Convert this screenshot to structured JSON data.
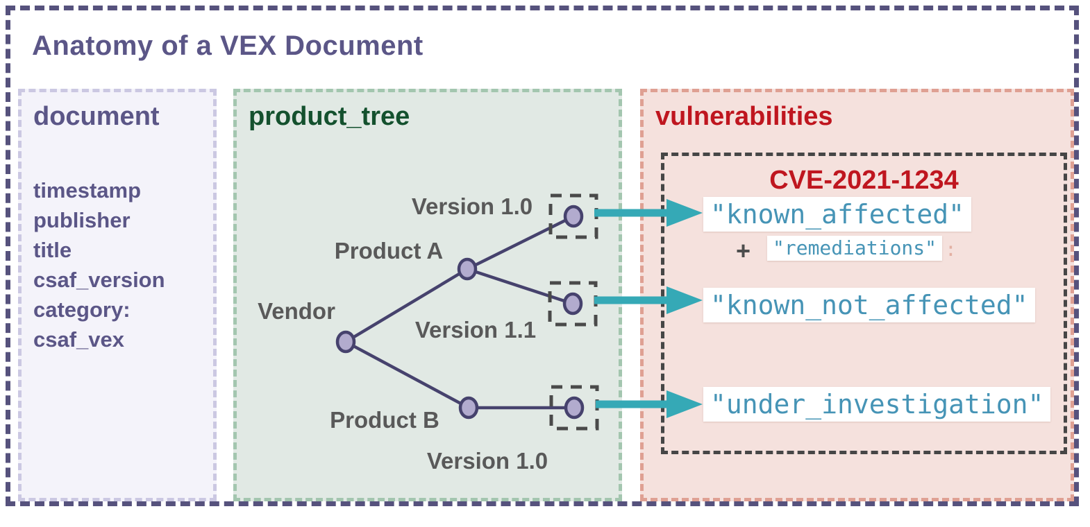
{
  "title": "Anatomy of a VEX Document",
  "document_panel": {
    "header": "document",
    "fields": [
      "timestamp",
      "publisher",
      "title",
      "csaf_version",
      "category:",
      "csaf_vex"
    ]
  },
  "product_tree_panel": {
    "header": "product_tree",
    "labels": {
      "vendor": "Vendor",
      "product_a": "Product A",
      "product_b": "Product B",
      "version_a1": "Version 1.0",
      "version_a2": "Version 1.1",
      "version_b1": "Version 1.0"
    }
  },
  "vulnerabilities_panel": {
    "header": "vulnerabilities",
    "cve_id": "CVE-2021-1234",
    "known_affected": "\"known_affected\"",
    "plus": "+",
    "remediations": "\"remediations\"",
    "remediations_suffix": ":",
    "known_not_affected": "\"known_not_affected\"",
    "under_investigation": "\"under_investigation\""
  },
  "colors": {
    "frame_purple": "#56527d",
    "title_purple": "#5b5687",
    "tree_green": "#14512e",
    "vuln_red": "#bf161f",
    "status_blue": "#4694b6",
    "arrow_teal": "#35a9b6",
    "node_fill": "#b2abce",
    "node_stroke": "#46426d",
    "label_gray": "#595959"
  }
}
